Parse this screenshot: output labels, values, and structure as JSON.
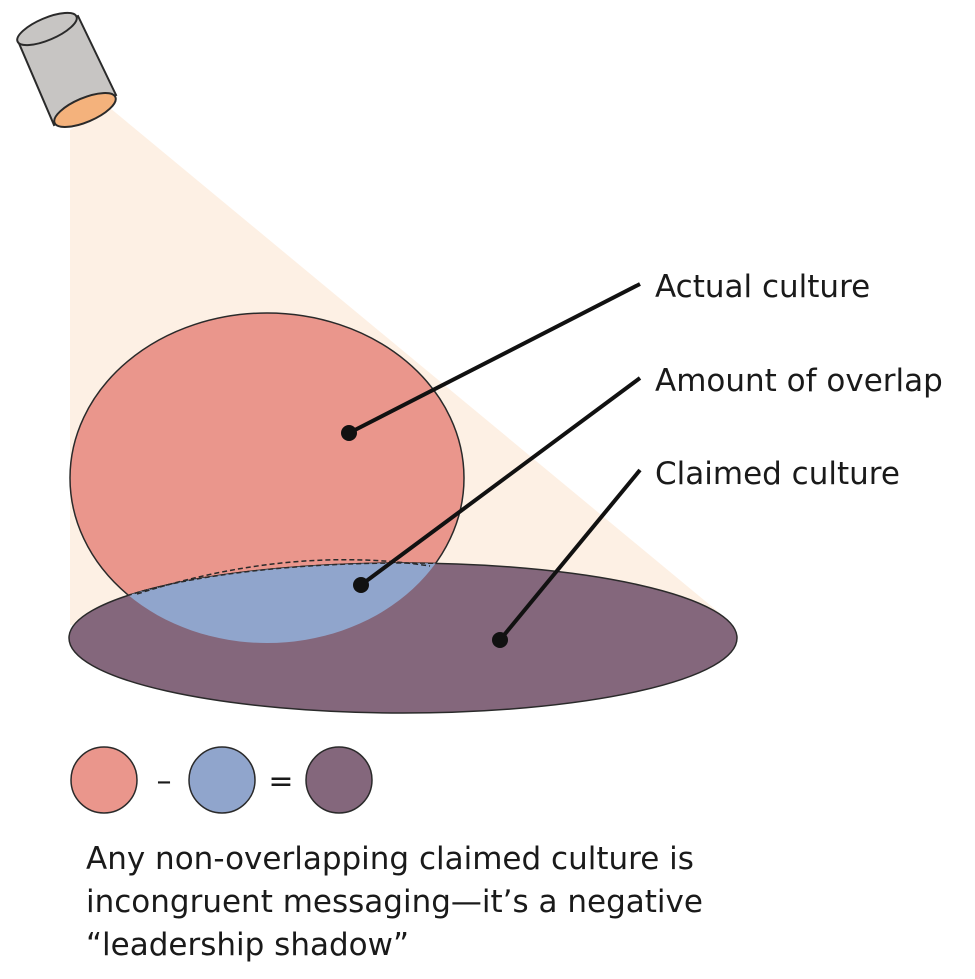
{
  "labels": {
    "actual": "Actual culture",
    "overlap": "Amount of overlap",
    "claimed": "Claimed culture"
  },
  "equation": {
    "minus": "–",
    "equals": "="
  },
  "caption": {
    "line1": "Any non-overlapping claimed culture is",
    "line2": "incongruent messaging—it’s a negative",
    "line3": "“leadership shadow”"
  },
  "colors": {
    "light_beam": "#fdf0e4",
    "lamp_body": "#c7c5c3",
    "lamp_lens": "#f4b27c",
    "actual_culture": "#ea968c",
    "overlap": "#90a5cc",
    "claimed_culture": "#84677c",
    "stroke": "#2a2a2a"
  }
}
